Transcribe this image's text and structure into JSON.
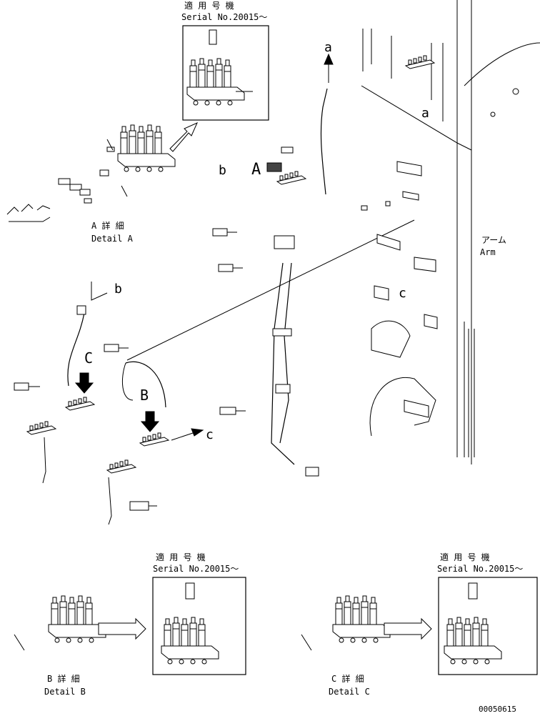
{
  "labels": {
    "applicable_jp": "適 用 号 機",
    "serial_top": "Serial No.20015～",
    "serial_b": "Serial No.20015～",
    "serial_c": "Serial No.20015～",
    "detail_a_jp": "A 詳 細",
    "detail_a_en": "Detail A",
    "detail_b_jp": "B 詳 細",
    "detail_b_en": "Detail B",
    "detail_c_jp": "C 詳 細",
    "detail_c_en": "Detail C",
    "arm_jp": "アーム",
    "arm_en": "Arm",
    "callout_a_upper": "a",
    "callout_a_lower": "a",
    "callout_b_upper": "b",
    "callout_b_lower": "b",
    "callout_big_a": "A",
    "callout_big_b": "B",
    "callout_big_c": "C",
    "callout_c_right": "c",
    "callout_c_lower": "c",
    "callout_c_small": "C",
    "drawing_number": "00050615"
  }
}
